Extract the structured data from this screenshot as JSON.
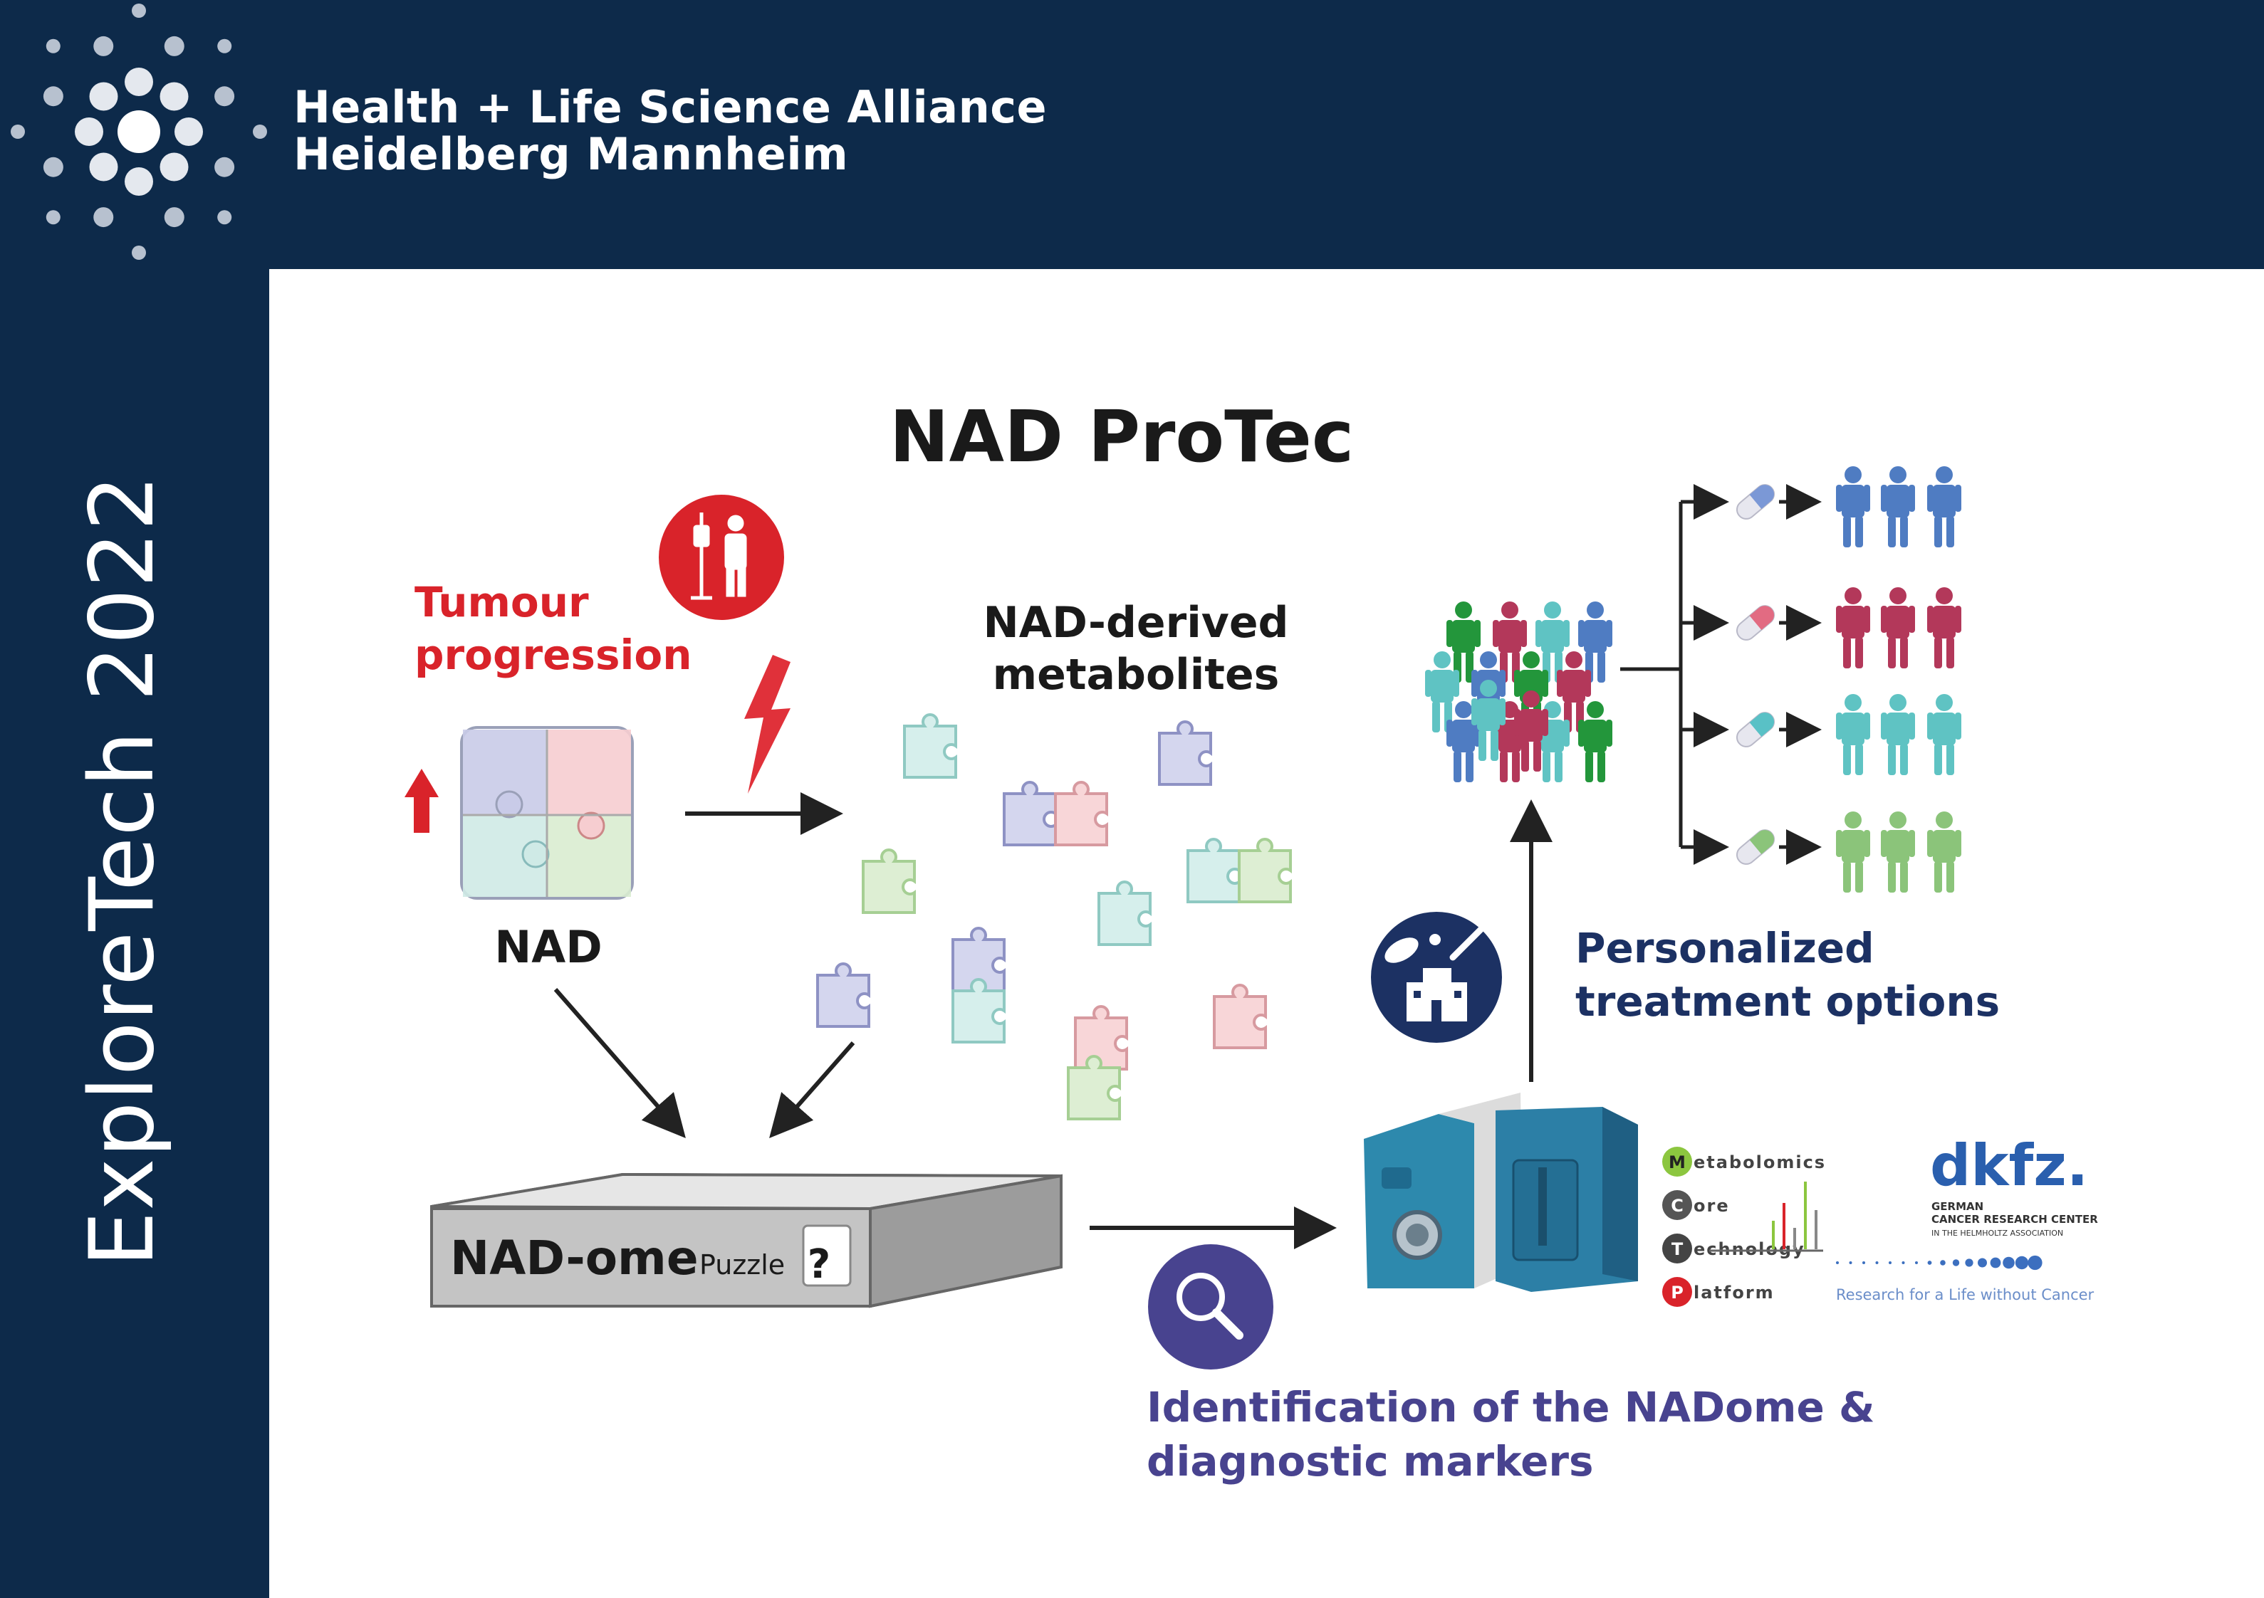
{
  "header": {
    "org_line1": "Health + Life Science Alliance",
    "org_line2": "Heidelberg Mannheim"
  },
  "sidebar": {
    "event": "ExploreTech 2022"
  },
  "diagram": {
    "title": "NAD ProTec",
    "tumour_line1": "Tumour",
    "tumour_line2": "progression",
    "nad": "NAD",
    "metabolites_line1": "NAD-derived",
    "metabolites_line2": "metabolites",
    "box_main": "NAD-ome",
    "box_small": "Puzzle",
    "box_q": "?",
    "personalized_line1": "Personalized",
    "personalized_line2": "treatment options",
    "ident_line1": "Identification of the NADome &",
    "ident_line2": "diagnostic markers",
    "mctp": {
      "m": "M",
      "m_rest": "etabolomics",
      "c": "C",
      "c_rest": "ore",
      "t": "T",
      "t_rest": "echnology",
      "p": "P",
      "p_rest": "latform"
    },
    "dkfz": {
      "logo": "dkfz.",
      "sub1": "GERMAN",
      "sub2": "CANCER RESEARCH CENTER",
      "sub3": "IN THE HELMHOLTZ ASSOCIATION",
      "tagline": "Research for a Life without Cancer"
    }
  },
  "colors": {
    "navy": "#0d2a4a",
    "red": "#d9232a",
    "purple": "#3f3a87",
    "teal": "#5fc3c3",
    "green": "#8bc47a",
    "blue": "#4f7cc2",
    "crimson": "#b3385a",
    "bright_green": "#23963b"
  },
  "icons": [
    "starburst-logo-icon",
    "patient-iv-icon",
    "lightning-icon",
    "hospital-medicine-icon",
    "magnifier-icon",
    "mass-spectrometer-icon",
    "people-group-icon",
    "pill-icon",
    "person-icon",
    "puzzle-piece-icon"
  ]
}
